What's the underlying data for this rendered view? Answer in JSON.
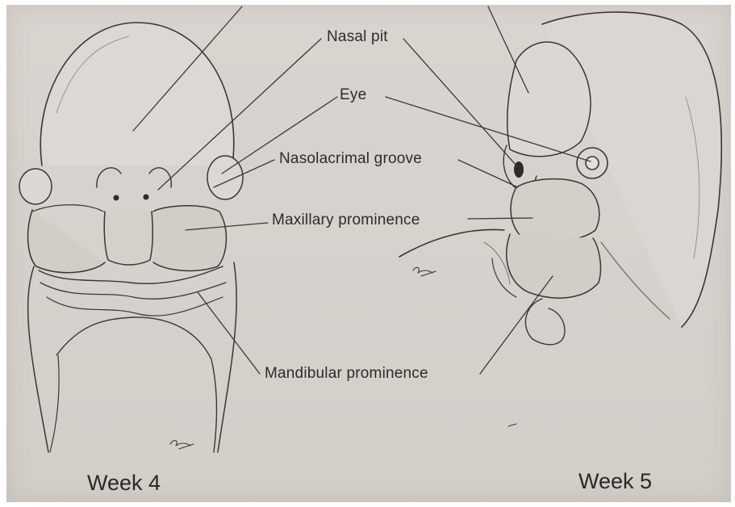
{
  "labels": {
    "nasal_pit": "Nasal pit",
    "eye": "Eye",
    "nasolacrimal_groove": "Nasolacrimal groove",
    "maxillary_prominence": "Maxillary prominence",
    "mandibular_prominence": "Mandibular prominence"
  },
  "captions": {
    "week4": "Week 4",
    "week5": "Week 5"
  },
  "colors": {
    "background": "#d7d2cd",
    "ink": "#3a3634",
    "shading": "#b9b3ad"
  }
}
